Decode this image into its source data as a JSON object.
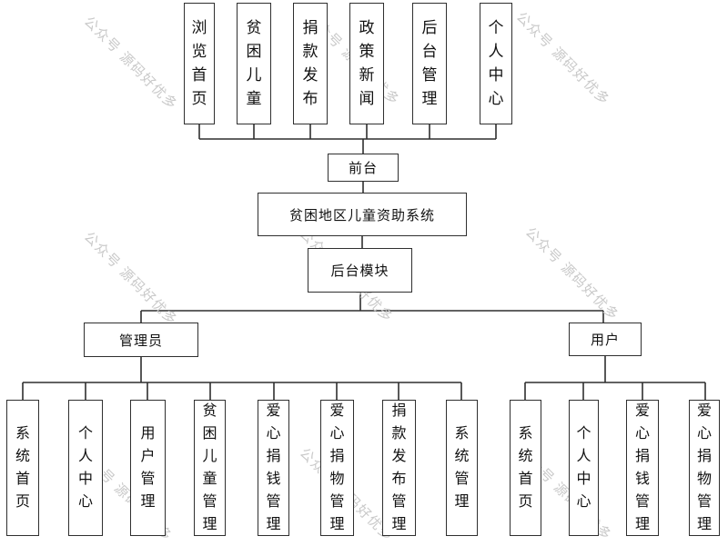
{
  "watermark": {
    "text": "公众号 源码好优多",
    "color": "#c9c9c9"
  },
  "colors": {
    "line": "#2f2f2f",
    "box_border": "#2f2f2f",
    "box_bg": "#ffffff",
    "text": "#111111"
  },
  "diagram": {
    "type": "tree",
    "root": {
      "label": "贫困地区儿童资助系统"
    },
    "front": {
      "label": "前台",
      "children": [
        {
          "label": "浏览首页"
        },
        {
          "label": "贫困儿童"
        },
        {
          "label": "捐款发布"
        },
        {
          "label": "政策新闻"
        },
        {
          "label": "后台管理"
        },
        {
          "label": "个人中心"
        }
      ]
    },
    "back": {
      "label": "后台模块",
      "roles": [
        {
          "label": "管理员",
          "children": [
            {
              "label": "系统首页"
            },
            {
              "label": "个人中心"
            },
            {
              "label": "用户管理"
            },
            {
              "label": "贫困儿童管理"
            },
            {
              "label": "爱心捐钱管理"
            },
            {
              "label": "爱心捐物管理"
            },
            {
              "label": "捐款发布管理"
            },
            {
              "label": "系统管理"
            }
          ]
        },
        {
          "label": "用户",
          "children": [
            {
              "label": "系统首页"
            },
            {
              "label": "个人中心"
            },
            {
              "label": "爱心捐钱管理"
            },
            {
              "label": "爱心捐物管理"
            }
          ]
        }
      ]
    }
  }
}
